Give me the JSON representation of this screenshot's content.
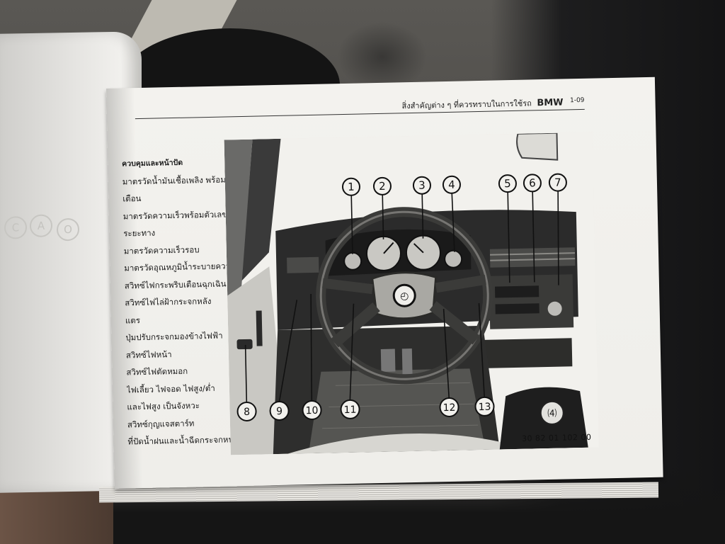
{
  "header": {
    "title_thai": "สิ่งสำคัญต่าง ๆ ที่ควรทราบในการใช้รถ",
    "brand": "BMW",
    "page_number": "1-09"
  },
  "legend": {
    "heading": "ควบคุมและหน้าปัด",
    "lines": [
      "มาตรวัดน้ำมันเชื้อเพลิง พร้อมไฟ",
      "เตือน",
      "มาตรวัดความเร็วพร้อมตัวเลขบอก",
      "ระยะทาง",
      "มาตรวัดความเร็วรอบ",
      "มาตรวัดอุณหภูมิน้ำระบายความร้อน",
      "สวิทซ์ไฟกระพริบเตือนฉุกเฉิน",
      "สวิทซ์ไฟไล่ฝ้ากระจกหลัง",
      "แตร",
      "ปุ่มปรับกระจกมองข้างไฟฟ้า",
      "สวิทซ์ไฟหน้า",
      "สวิทซ์ไฟตัดหมอก",
      "ไฟเลี้ยว ไฟจอด ไฟสูง/ต่ำ",
      "และไฟสูง เป็นจังหวะ",
      "สวิทซ์กุญแจสตาร์ท",
      "ที่ปัดน้ำฝนและน้ำฉีดกระจกหน้า"
    ]
  },
  "photo": {
    "code": "30 82 01 102 00",
    "callouts_top": [
      "1",
      "2",
      "3",
      "4",
      "5",
      "6",
      "7"
    ],
    "callouts_bottom": [
      "8",
      "9",
      "10",
      "11",
      "12",
      "13"
    ],
    "gear_glyph": "⑷",
    "badge_glyph": "◴"
  },
  "ghost_left_page": [
    "C",
    "A",
    "O"
  ]
}
